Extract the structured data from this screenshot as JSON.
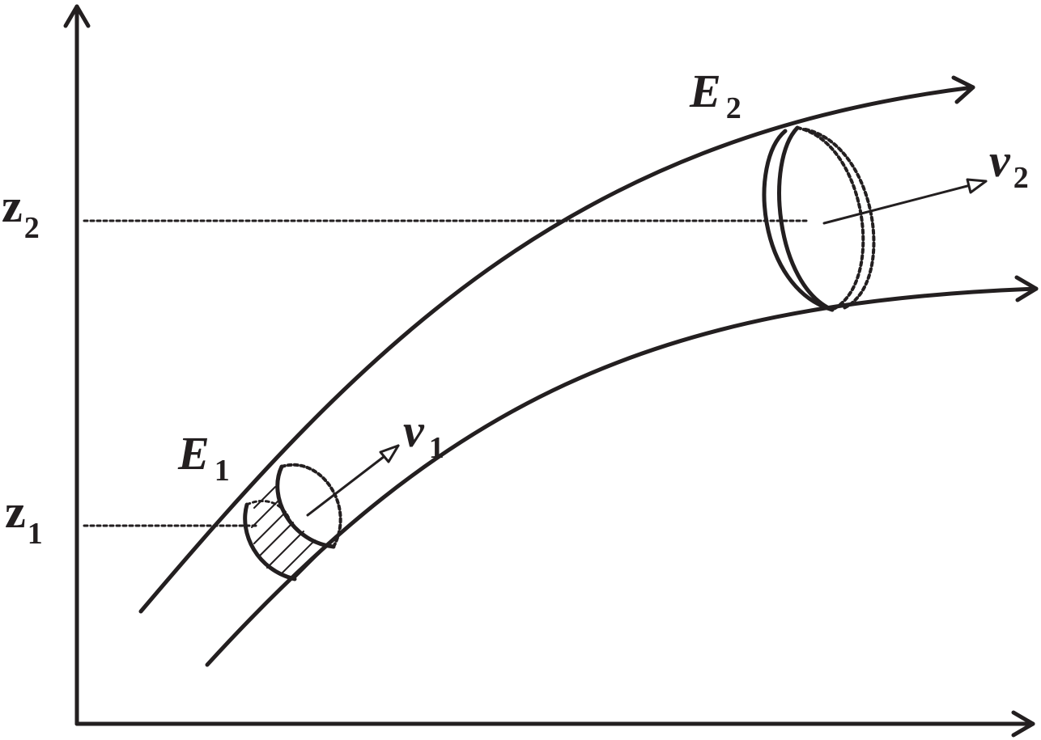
{
  "labels": {
    "E1": {
      "main": "E",
      "sub": "1"
    },
    "E2": {
      "main": "E",
      "sub": "2"
    },
    "v1": {
      "main": "v",
      "sub": "1"
    },
    "v2": {
      "main": "v",
      "sub": "2"
    },
    "z1": {
      "main": "z",
      "sub": "1"
    },
    "z2": {
      "main": "z",
      "sub": "2"
    }
  },
  "colors": {
    "ink": "#231f20",
    "background": "#ffffff"
  }
}
